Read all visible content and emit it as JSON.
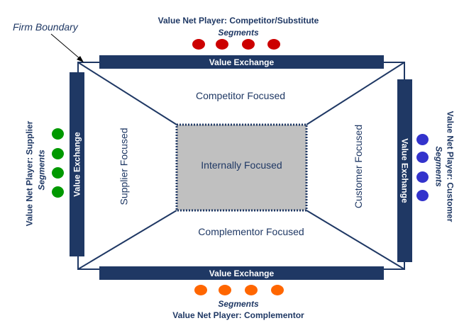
{
  "firm_boundary": "Firm Boundary",
  "top": {
    "title": "Value Net Player: Competitor/Substitute",
    "segments": "Segments",
    "exchange": "Value Exchange",
    "dot_color": "#cc0000"
  },
  "bottom": {
    "title": "Value Net Player: Complementor",
    "segments": "Segments",
    "exchange": "Value Exchange",
    "dot_color": "#ff6600"
  },
  "left": {
    "title": "Value Net Player: Supplier",
    "segments": "Segments",
    "exchange": "Value Exchange",
    "dot_color": "#009900"
  },
  "right": {
    "title": "Value Net Player: Customer",
    "segments": "Segments",
    "exchange": "Value Exchange",
    "dot_color": "#3333cc"
  },
  "zones": {
    "competitor": "Competitor Focused",
    "complementor": "Complementor Focused",
    "supplier": "Supplier Focused",
    "customer": "Customer Focused",
    "internal": "Internally Focused"
  },
  "colors": {
    "navy": "#1f3864",
    "inner_fill": "#c0c0c0"
  }
}
